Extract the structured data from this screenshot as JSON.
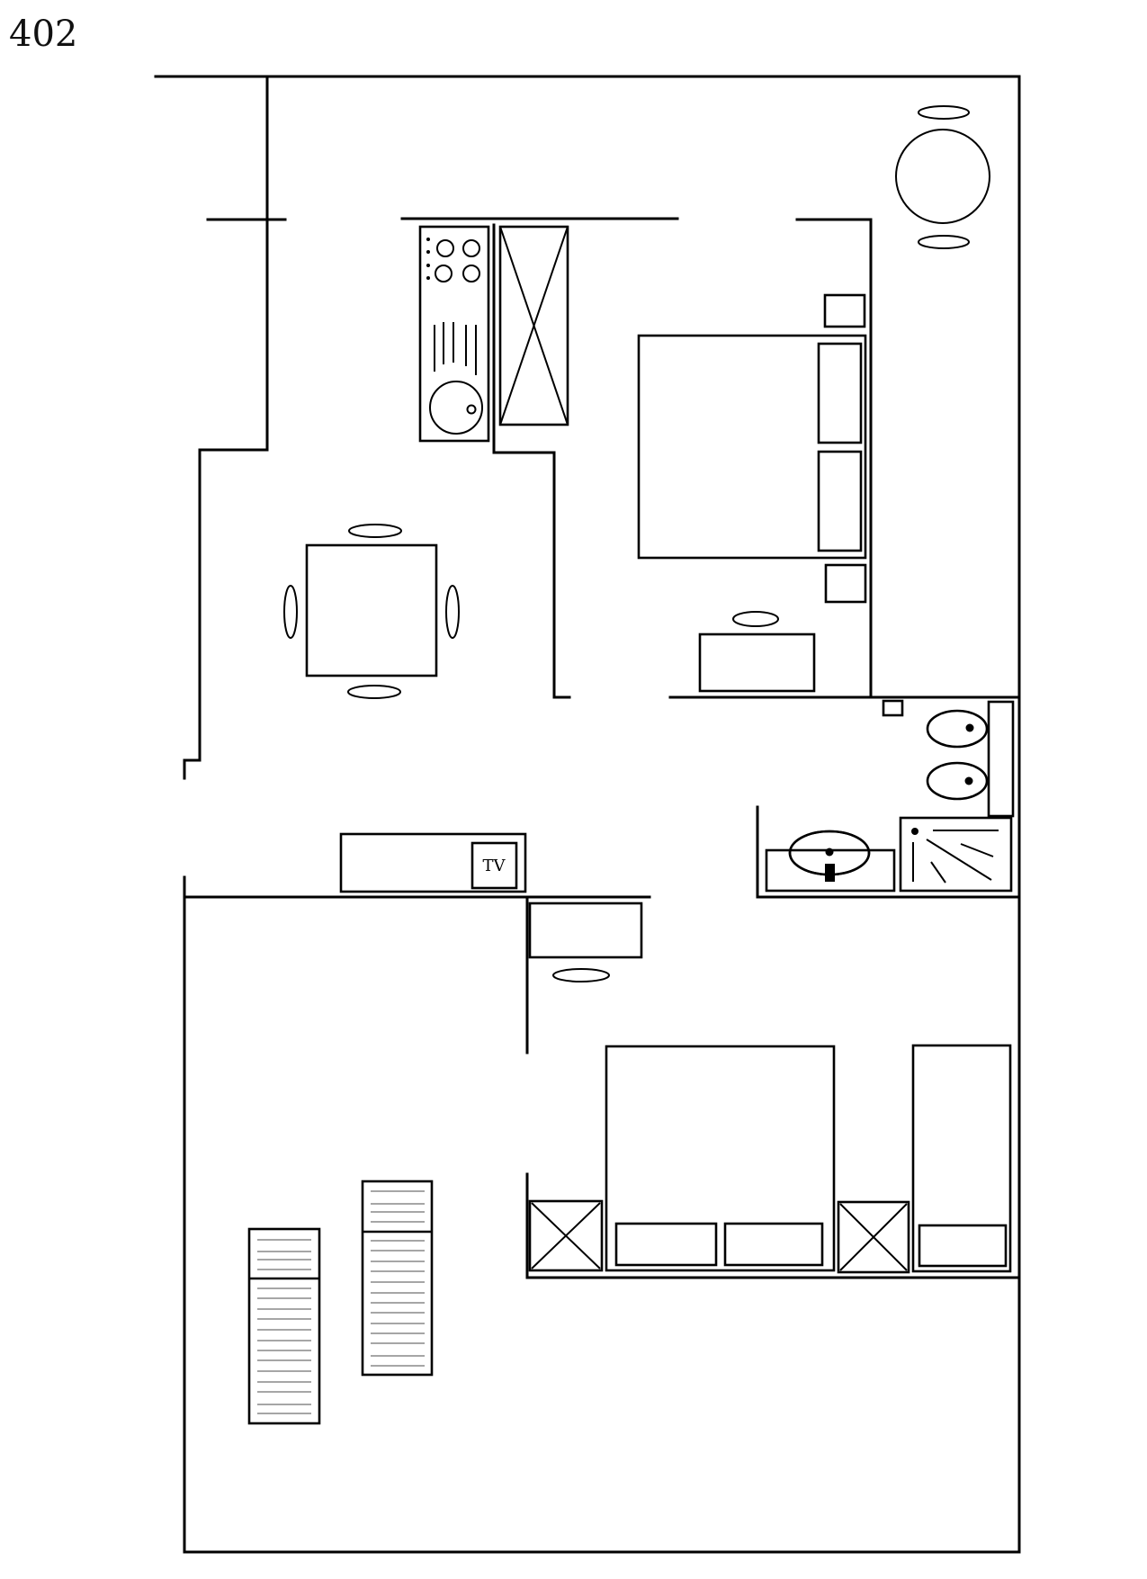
{
  "plan": {
    "unit_number": "402",
    "tv_label": "TV",
    "colors": {
      "line": "#000000",
      "background": "#ffffff",
      "hatch": "#888888"
    },
    "rooms": [
      {
        "name": "kitchen-dining",
        "fixtures": [
          "cooktop-4-burner",
          "sink",
          "refrigerator-cabinet",
          "dining-table-4-chairs"
        ]
      },
      {
        "name": "master-bedroom",
        "fixtures": [
          "double-bed",
          "pillows-2",
          "nightstands-2",
          "desk",
          "desk-chair"
        ]
      },
      {
        "name": "balcony-terrace",
        "fixtures": [
          "round-table",
          "chairs-2"
        ]
      },
      {
        "name": "bathroom",
        "fixtures": [
          "toilet",
          "bidet",
          "washbasin",
          "shower"
        ]
      },
      {
        "name": "living-room",
        "fixtures": [
          "tv-console",
          "tv"
        ]
      },
      {
        "name": "second-bedroom",
        "fixtures": [
          "double-bed",
          "pillows-2",
          "nightstands-2",
          "single-bed",
          "desk",
          "desk-chair"
        ]
      },
      {
        "name": "terrace",
        "fixtures": [
          "sun-loungers-2"
        ]
      }
    ]
  }
}
